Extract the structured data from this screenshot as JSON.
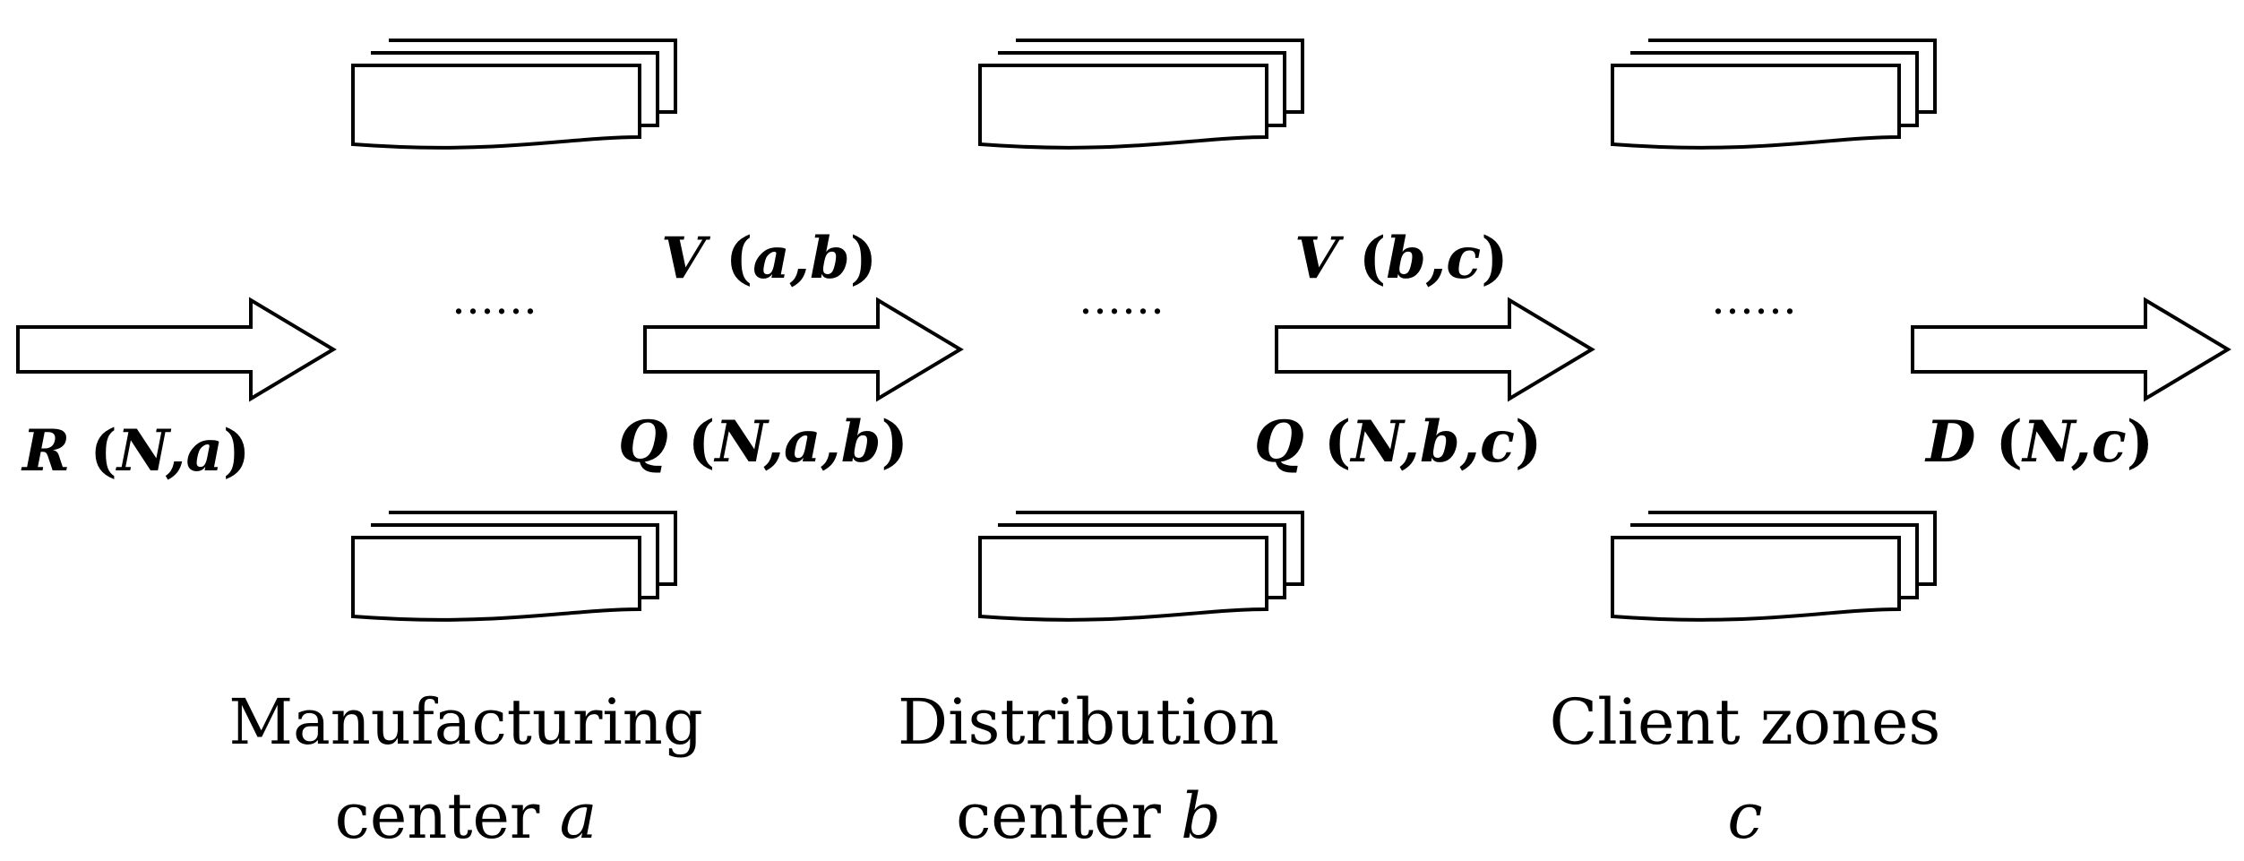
{
  "flow_labels": {
    "raw": {
      "letter": "R",
      "args": "N,a"
    },
    "v_ab": {
      "letter": "V",
      "args": "a,b"
    },
    "q_nab": {
      "letter": "Q",
      "args": "N,a,b"
    },
    "v_bc": {
      "letter": "V",
      "args": "b,c"
    },
    "q_nbc": {
      "letter": "Q",
      "args": "N,b,c"
    },
    "demand": {
      "letter": "D",
      "args": "N,c"
    }
  },
  "ellipsis": "……",
  "nodes": [
    {
      "name": "Manufacturing",
      "sub_prefix": "center ",
      "sub_var": "a"
    },
    {
      "name": "Distribution",
      "sub_prefix": "center ",
      "sub_var": "b"
    },
    {
      "name": "Client zones",
      "sub_prefix": "",
      "sub_var": "c"
    }
  ]
}
